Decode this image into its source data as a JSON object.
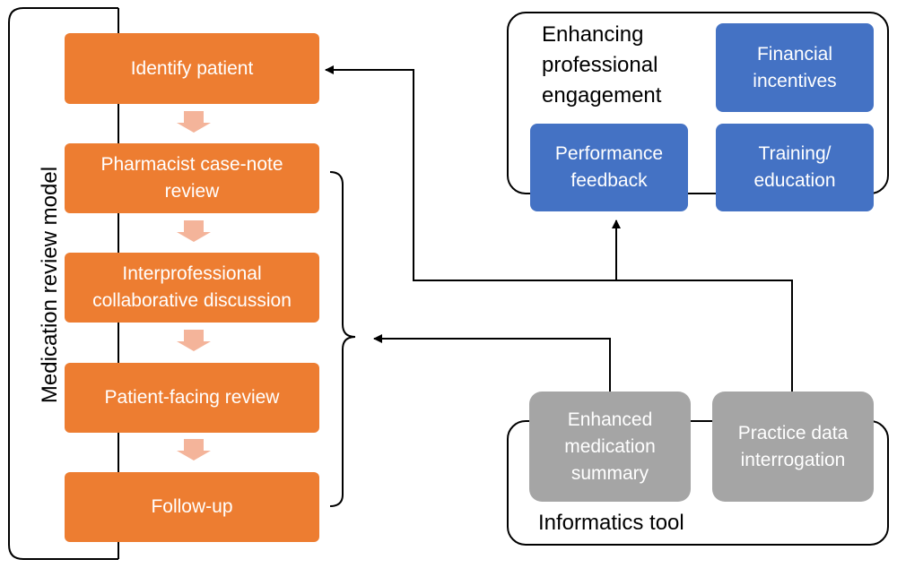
{
  "model": {
    "title": "Medication review model",
    "steps": [
      "Identify patient",
      "Pharmacist case-note review",
      "Interprofessional collaborative discussion",
      "Patient-facing review",
      "Follow-up"
    ]
  },
  "engagement": {
    "title": "Enhancing professional engagement",
    "items": [
      "Financial incentives",
      "Performance feedback",
      "Training/ education"
    ]
  },
  "informatics": {
    "title": "Informatics tool",
    "items": [
      "Enhanced medication summary",
      "Practice data interrogation"
    ]
  },
  "colors": {
    "model_box": "#ed7d31",
    "step_arrow": "#f4b49a",
    "engagement_box": "#4472c4",
    "informatics_box": "#a5a5a5"
  }
}
